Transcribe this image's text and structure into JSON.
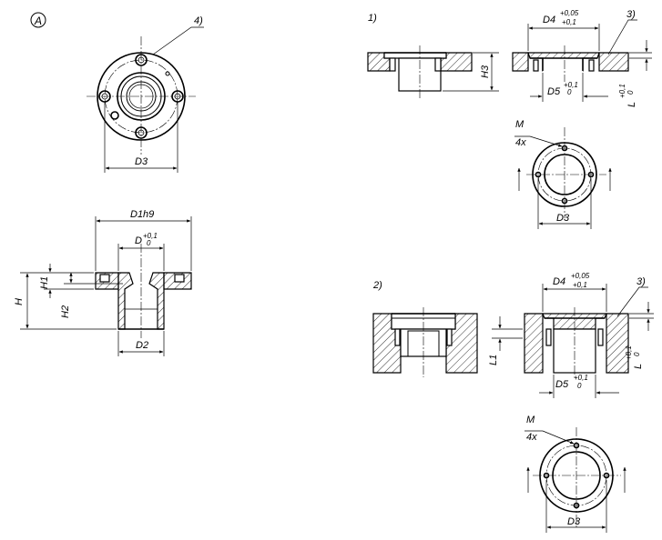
{
  "view_label": "A",
  "notes": {
    "note1": "1)",
    "note2": "2)",
    "note3a": "3)",
    "note3b": "3)",
    "note4": "4)"
  },
  "dims": {
    "D3": "D3",
    "D1h9": "D1h9",
    "D": "D",
    "D_tol_upper": "+0,1",
    "D_tol_lower": "0",
    "D2": "D2",
    "H": "H",
    "H1": "H1",
    "H2": "H2",
    "H3": "H3",
    "L1": "L1",
    "D4": "D4",
    "D4_tol_upper": "+0,05",
    "D4_tol_lower": "+0,1",
    "D5": "D5",
    "D5_tol_upper": "+0,1",
    "D5_tol_lower": "0",
    "L": "L",
    "L_tol_upper": "+0,1",
    "L_tol_lower": "0",
    "M": "M",
    "M_count": "4x"
  }
}
